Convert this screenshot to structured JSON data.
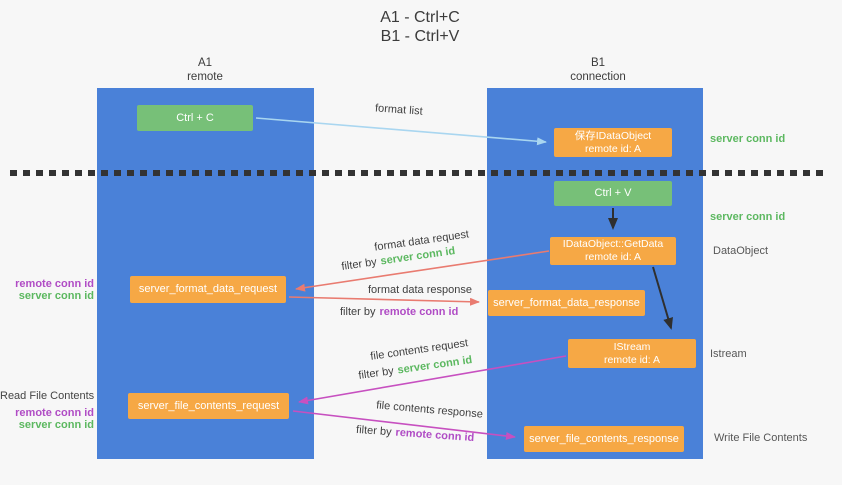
{
  "title": {
    "line1": "A1 - Ctrl+C",
    "line2": "B1 - Ctrl+V"
  },
  "lanes": {
    "left": {
      "name": "A1",
      "subtitle": "remote"
    },
    "right": {
      "name": "B1",
      "subtitle": "connection"
    }
  },
  "nodes": {
    "ctrl_c": {
      "label": "Ctrl + C"
    },
    "save_idataobject": {
      "line1": "保存IDataObject",
      "line2": "remote id: A"
    },
    "ctrl_v": {
      "label": "Ctrl + V"
    },
    "getdata": {
      "line1": "IDataObject::GetData",
      "line2": "remote id: A"
    },
    "format_request": {
      "label": "server_format_data_request"
    },
    "format_response": {
      "label": "server_format_data_response"
    },
    "istream": {
      "line1": "IStream",
      "line2": "remote id: A"
    },
    "file_request": {
      "label": "server_file_contents_request"
    },
    "file_response": {
      "label": "server_file_contents_response"
    }
  },
  "arrow_labels": {
    "format_list": "format list",
    "format_data_request": "format data request",
    "format_data_response": "format data response",
    "file_contents_request": "file contents request",
    "file_contents_response": "file contents response",
    "filter_by": "filter by",
    "server_conn_id": "server conn id",
    "remote_conn_id": "remote conn id"
  },
  "side_labels": {
    "server_conn_id_top": "server conn id",
    "server_conn_id_mid": "server conn id",
    "dataobject": "DataObject",
    "istream": "Istream",
    "write_file_contents": "Write File Contents",
    "read_file_contents": "Read File Contents",
    "remote_conn_id_upper": "remote conn id",
    "server_conn_id_upper": "server conn id",
    "remote_conn_id_lower": "remote conn id",
    "server_conn_id_lower": "server conn id"
  },
  "colors": {
    "lane_blue": "#4a81d8",
    "box_green": "#77c078",
    "box_orange": "#f6a845",
    "text_green": "#5cb860",
    "text_purple": "#b04cc5",
    "arrow_salmon": "#e97b70",
    "arrow_magenta": "#c750c0",
    "arrow_blue": "#a9d6f0",
    "arrow_black": "#2f2f2f"
  }
}
